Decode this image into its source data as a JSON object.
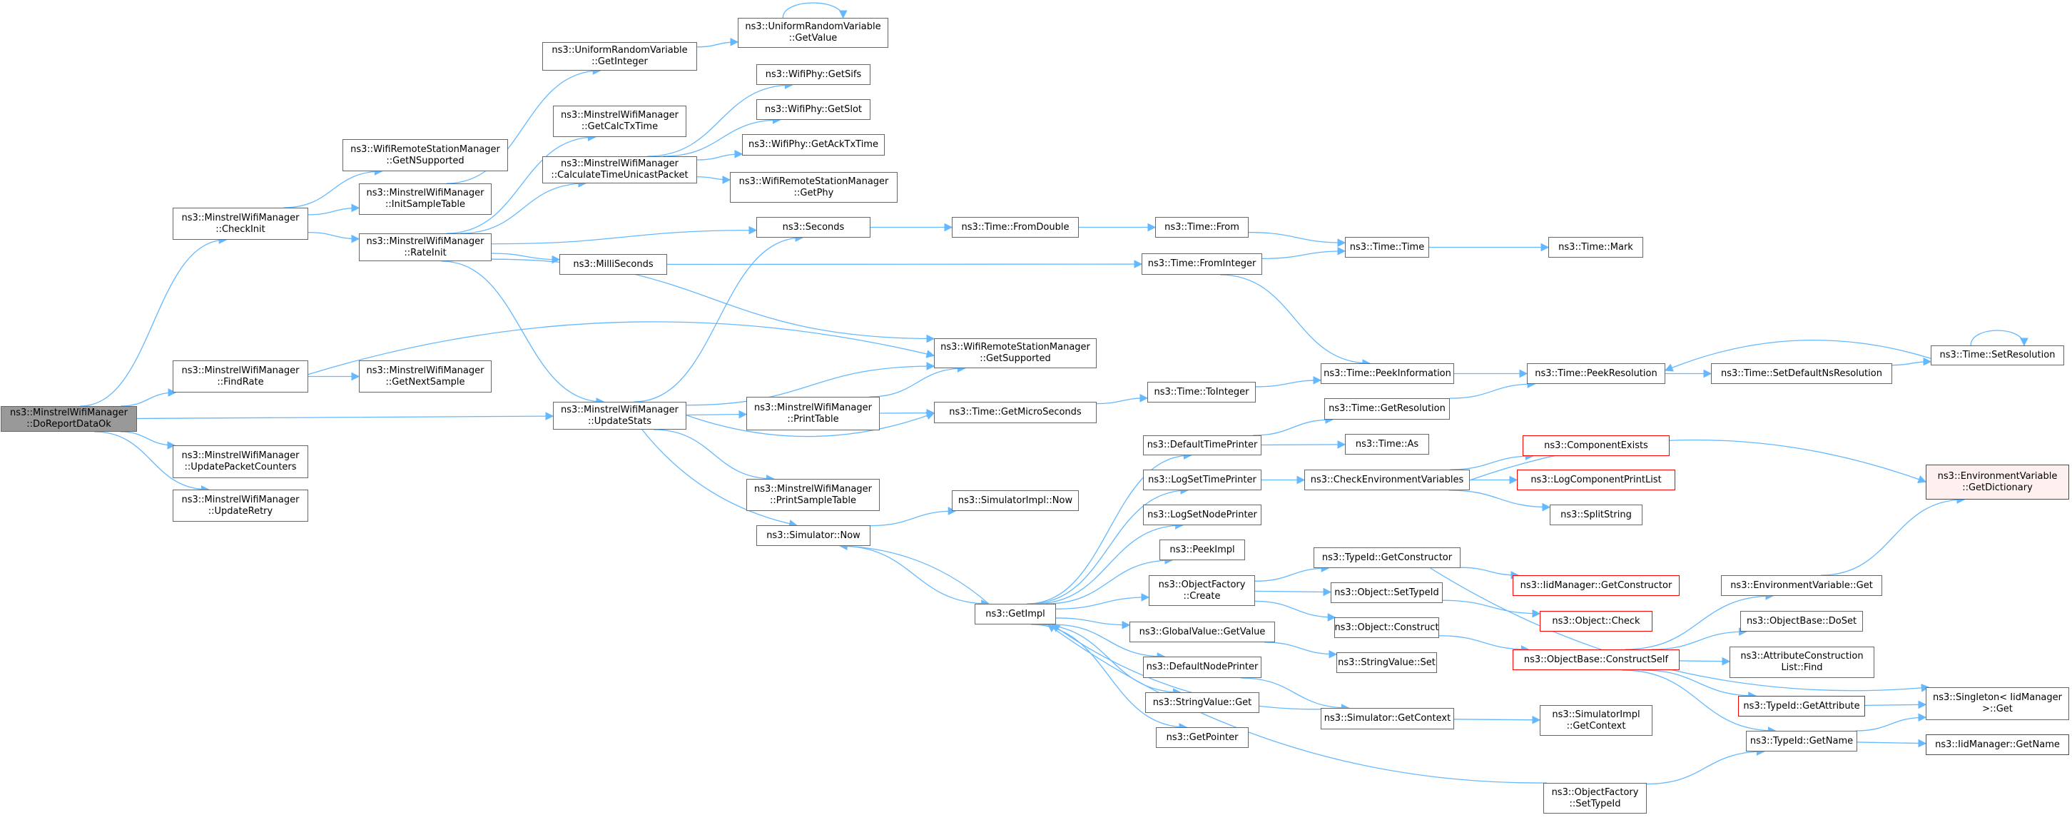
{
  "graph": {
    "title": "",
    "edge_color": "#63b8ff",
    "nodes": [
      {
        "id": "root",
        "lines": [
          "ns3::MinstrelWifiManager",
          "::DoReportDataOk"
        ],
        "style": "root"
      },
      {
        "id": "checkinit",
        "lines": [
          "ns3::MinstrelWifiManager",
          "::CheckInit"
        ]
      },
      {
        "id": "findrate",
        "lines": [
          "ns3::MinstrelWifiManager",
          "::FindRate"
        ]
      },
      {
        "id": "updpkt",
        "lines": [
          "ns3::MinstrelWifiManager",
          "::UpdatePacketCounters"
        ]
      },
      {
        "id": "updretry",
        "lines": [
          "ns3::MinstrelWifiManager",
          "::UpdateRetry"
        ]
      },
      {
        "id": "getnsupp",
        "lines": [
          "ns3::WifiRemoteStationManager",
          "::GetNSupported"
        ]
      },
      {
        "id": "initsample",
        "lines": [
          "ns3::MinstrelWifiManager",
          "::InitSampleTable"
        ]
      },
      {
        "id": "rateinit",
        "lines": [
          "ns3::MinstrelWifiManager",
          "::RateInit"
        ]
      },
      {
        "id": "getnextsample",
        "lines": [
          "ns3::MinstrelWifiManager",
          "::GetNextSample"
        ]
      },
      {
        "id": "urv_getint",
        "lines": [
          "ns3::UniformRandomVariable",
          "::GetInteger"
        ]
      },
      {
        "id": "getcalctx",
        "lines": [
          "ns3::MinstrelWifiManager",
          "::GetCalcTxTime"
        ]
      },
      {
        "id": "calctime",
        "lines": [
          "ns3::MinstrelWifiManager",
          "::CalculateTimeUnicastPacket"
        ]
      },
      {
        "id": "millis",
        "lines": [
          "ns3::MilliSeconds"
        ]
      },
      {
        "id": "updstats",
        "lines": [
          "ns3::MinstrelWifiManager",
          "::UpdateStats"
        ]
      },
      {
        "id": "urv_getval",
        "lines": [
          "ns3::UniformRandomVariable",
          "::GetValue"
        ]
      },
      {
        "id": "getsifs",
        "lines": [
          "ns3::WifiPhy::GetSifs"
        ]
      },
      {
        "id": "getslot",
        "lines": [
          "ns3::WifiPhy::GetSlot"
        ]
      },
      {
        "id": "getack",
        "lines": [
          "ns3::WifiPhy::GetAckTxTime"
        ]
      },
      {
        "id": "getphy",
        "lines": [
          "ns3::WifiRemoteStationManager",
          "::GetPhy"
        ]
      },
      {
        "id": "seconds",
        "lines": [
          "ns3::Seconds"
        ]
      },
      {
        "id": "printtable",
        "lines": [
          "ns3::MinstrelWifiManager",
          "::PrintTable"
        ]
      },
      {
        "id": "printsample",
        "lines": [
          "ns3::MinstrelWifiManager",
          "::PrintSampleTable"
        ]
      },
      {
        "id": "simnow",
        "lines": [
          "ns3::Simulator::Now"
        ]
      },
      {
        "id": "getsupported",
        "lines": [
          "ns3::WifiRemoteStationManager",
          "::GetSupported"
        ]
      },
      {
        "id": "getmicro",
        "lines": [
          "ns3::Time::GetMicroSeconds"
        ]
      },
      {
        "id": "fromdouble",
        "lines": [
          "ns3::Time::FromDouble"
        ]
      },
      {
        "id": "simimplnow",
        "lines": [
          "ns3::SimulatorImpl::Now"
        ]
      },
      {
        "id": "getimpl",
        "lines": [
          "ns3::GetImpl"
        ]
      },
      {
        "id": "timefrom",
        "lines": [
          "ns3::Time::From"
        ]
      },
      {
        "id": "frominteger",
        "lines": [
          "ns3::Time::FromInteger"
        ]
      },
      {
        "id": "tointeger",
        "lines": [
          "ns3::Time::ToInteger"
        ]
      },
      {
        "id": "deftimeprinter",
        "lines": [
          "ns3::DefaultTimePrinter"
        ]
      },
      {
        "id": "logsettime",
        "lines": [
          "ns3::LogSetTimePrinter"
        ]
      },
      {
        "id": "logsetnode",
        "lines": [
          "ns3::LogSetNodePrinter"
        ]
      },
      {
        "id": "peekimpl",
        "lines": [
          "ns3::PeekImpl"
        ]
      },
      {
        "id": "objfactcreate",
        "lines": [
          "ns3::ObjectFactory",
          "::Create"
        ]
      },
      {
        "id": "gvgetvalue",
        "lines": [
          "ns3::GlobalValue::GetValue"
        ]
      },
      {
        "id": "defnodeprinter",
        "lines": [
          "ns3::DefaultNodePrinter"
        ]
      },
      {
        "id": "strvalget",
        "lines": [
          "ns3::StringValue::Get"
        ]
      },
      {
        "id": "getpointer",
        "lines": [
          "ns3::GetPointer"
        ]
      },
      {
        "id": "timetime",
        "lines": [
          "ns3::Time::Time"
        ]
      },
      {
        "id": "peekinfo",
        "lines": [
          "ns3::Time::PeekInformation"
        ]
      },
      {
        "id": "getres",
        "lines": [
          "ns3::Time::GetResolution"
        ]
      },
      {
        "id": "timeas",
        "lines": [
          "ns3::Time::As"
        ]
      },
      {
        "id": "checkenv",
        "lines": [
          "ns3::CheckEnvironmentVariables"
        ]
      },
      {
        "id": "getctor",
        "lines": [
          "ns3::TypeId::GetConstructor"
        ]
      },
      {
        "id": "settypeid",
        "lines": [
          "ns3::Object::SetTypeId"
        ]
      },
      {
        "id": "objconstruct",
        "lines": [
          "ns3::Object::Construct"
        ]
      },
      {
        "id": "strvalset",
        "lines": [
          "ns3::StringValue::Set"
        ]
      },
      {
        "id": "simgetctx",
        "lines": [
          "ns3::Simulator::GetContext"
        ]
      },
      {
        "id": "objfactsettid",
        "lines": [
          "ns3::ObjectFactory",
          "::SetTypeId"
        ]
      },
      {
        "id": "timemark",
        "lines": [
          "ns3::Time::Mark"
        ]
      },
      {
        "id": "peekres",
        "lines": [
          "ns3::Time::PeekResolution"
        ]
      },
      {
        "id": "compexists",
        "lines": [
          "ns3::ComponentExists"
        ],
        "style": "red"
      },
      {
        "id": "logcomplist",
        "lines": [
          "ns3::LogComponentPrintList"
        ],
        "style": "red"
      },
      {
        "id": "splitstring",
        "lines": [
          "ns3::SplitString"
        ]
      },
      {
        "id": "iidgetctor",
        "lines": [
          "ns3::IidManager::GetConstructor"
        ],
        "style": "red"
      },
      {
        "id": "objcheck",
        "lines": [
          "ns3::Object::Check"
        ],
        "style": "red"
      },
      {
        "id": "constructself",
        "lines": [
          "ns3::ObjectBase::ConstructSelf"
        ],
        "style": "red"
      },
      {
        "id": "simimplctx",
        "lines": [
          "ns3::SimulatorImpl",
          "::GetContext"
        ]
      },
      {
        "id": "setdefres",
        "lines": [
          "ns3::Time::SetDefaultNsResolution"
        ]
      },
      {
        "id": "envget",
        "lines": [
          "ns3::EnvironmentVariable::Get"
        ]
      },
      {
        "id": "dosset",
        "lines": [
          "ns3::ObjectBase::DoSet"
        ]
      },
      {
        "id": "attrfind",
        "lines": [
          "ns3::AttributeConstruction",
          "List::Find"
        ]
      },
      {
        "id": "getattr",
        "lines": [
          "ns3::TypeId::GetAttribute"
        ],
        "style": "red"
      },
      {
        "id": "getname",
        "lines": [
          "ns3::TypeId::GetName"
        ]
      },
      {
        "id": "setres",
        "lines": [
          "ns3::Time::SetResolution"
        ]
      },
      {
        "id": "envdict",
        "lines": [
          "ns3::EnvironmentVariable",
          "::GetDictionary"
        ],
        "style": "red pink"
      },
      {
        "id": "singleton",
        "lines": [
          "ns3::Singleton< IidManager",
          " >::Get"
        ]
      },
      {
        "id": "iidgetname",
        "lines": [
          "ns3::IidManager::GetName"
        ],
        "style": "red"
      }
    ]
  }
}
